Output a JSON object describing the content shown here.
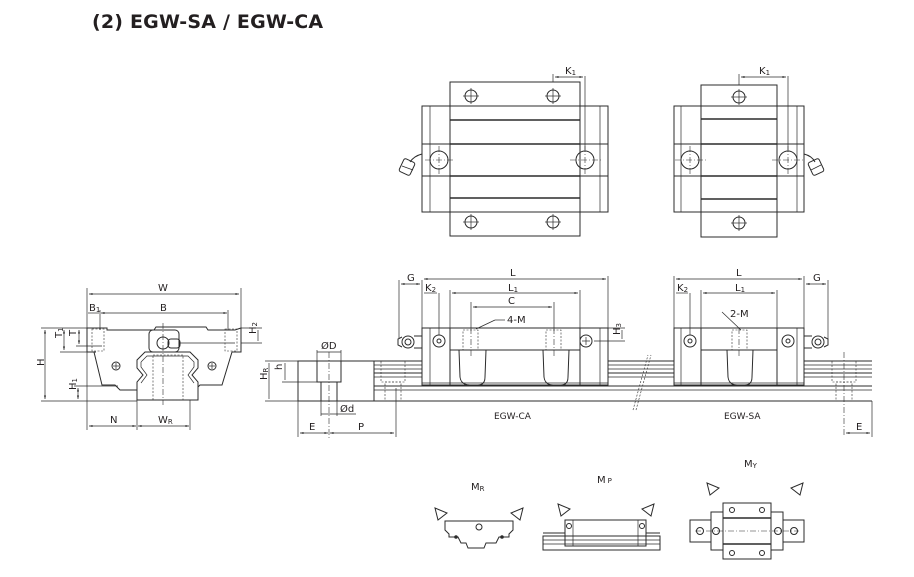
{
  "title": "(2) EGW-SA / EGW-CA",
  "colors": {
    "line": "#2b2b2b",
    "text": "#231f20",
    "background": "#ffffff"
  },
  "front_view": {
    "dims": {
      "W": "W",
      "B": "B",
      "B1": {
        "main": "B",
        "sub": "1"
      },
      "H": "H",
      "H1": {
        "main": "H",
        "sub": "1"
      },
      "H2": {
        "main": "H",
        "sub": "2"
      },
      "T": "T",
      "T1": {
        "main": "T",
        "sub": "1"
      },
      "N": "N",
      "WR": {
        "main": "W",
        "sub": "R"
      }
    }
  },
  "rail_section": {
    "dims": {
      "D": "ØD",
      "d": "Ød",
      "h": "h",
      "HR": {
        "main": "H",
        "sub": "R"
      },
      "E": "E",
      "P": "P"
    }
  },
  "side_view": {
    "ca": {
      "caption": "EGW-CA",
      "dims": {
        "G": "G",
        "L": "L",
        "L1": {
          "main": "L",
          "sub": "1"
        },
        "K2": {
          "main": "K",
          "sub": "2"
        },
        "C": "C",
        "M": "4-M",
        "H3": {
          "main": "H",
          "sub": "3"
        }
      }
    },
    "sa": {
      "caption": "EGW-SA",
      "dims": {
        "G": "G",
        "L": "L",
        "L1": {
          "main": "L",
          "sub": "1"
        },
        "K2": {
          "main": "K",
          "sub": "2"
        },
        "M": "2-M",
        "E": "E"
      }
    }
  },
  "top_view": {
    "ca": {
      "K1": {
        "main": "K",
        "sub": "1"
      }
    },
    "sa": {
      "K1": {
        "main": "K",
        "sub": "1"
      }
    }
  },
  "moments": [
    {
      "main": "M",
      "sub": "R"
    },
    {
      "main": "M",
      "sub": "P"
    },
    {
      "main": "M",
      "sub": "Y"
    }
  ]
}
